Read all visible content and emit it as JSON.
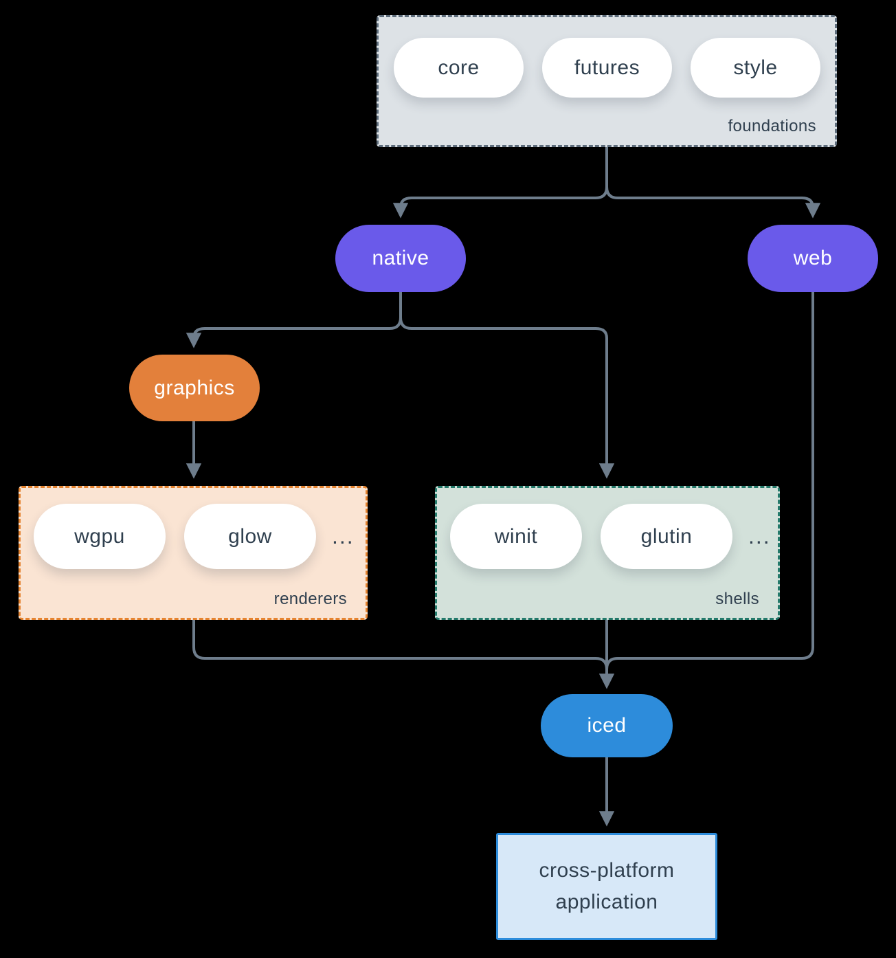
{
  "colors": {
    "background": "#000000",
    "arrow": "#6E7D8C",
    "purple": "#6A5AEA",
    "orange": "#E3803B",
    "blue": "#2D8CDB",
    "foundations_fill": "#DDE2E6",
    "foundations_border": "#5D6C7B",
    "renderers_fill": "#FAE4D3",
    "renderers_border": "#E5832F",
    "shells_fill": "#D3E1DA",
    "shells_border": "#23796A",
    "app_fill": "#D7E8F8",
    "dark_text": "#30404F",
    "light_text": "#FFFFFF"
  },
  "groups": {
    "foundations": {
      "label": "foundations",
      "pills": [
        "core",
        "futures",
        "style"
      ]
    },
    "renderers": {
      "label": "renderers",
      "pills": [
        "wgpu",
        "glow"
      ],
      "ellipsis": "..."
    },
    "shells": {
      "label": "shells",
      "pills": [
        "winit",
        "glutin"
      ],
      "ellipsis": "..."
    }
  },
  "nodes": {
    "native": "native",
    "web": "web",
    "graphics": "graphics",
    "iced": "iced",
    "app": {
      "line1": "cross-platform",
      "line2": "application"
    }
  }
}
